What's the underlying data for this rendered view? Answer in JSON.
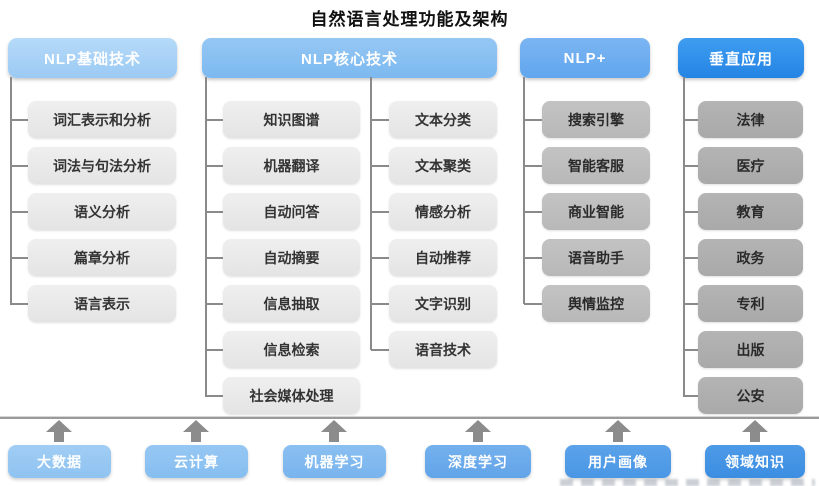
{
  "title": "自然语言处理功能及架构",
  "columns": [
    {
      "header": "NLP基础技术",
      "items": [
        "词汇表示和分析",
        "词法与句法分析",
        "语义分析",
        "篇章分析",
        "语言表示"
      ]
    },
    {
      "header": "NLP核心技术",
      "sub_columns": [
        {
          "items": [
            "知识图谱",
            "机器翻译",
            "自动问答",
            "自动摘要",
            "信息抽取",
            "信息检索",
            "社会媒体处理"
          ]
        },
        {
          "items": [
            "文本分类",
            "文本聚类",
            "情感分析",
            "自动推荐",
            "文字识别",
            "语音技术"
          ]
        }
      ]
    },
    {
      "header": "NLP+",
      "items": [
        "搜索引擎",
        "智能客服",
        "商业智能",
        "语音助手",
        "舆情监控"
      ]
    },
    {
      "header": "垂直应用",
      "items": [
        "法律",
        "医疗",
        "教育",
        "政务",
        "专利",
        "出版",
        "公安"
      ]
    }
  ],
  "foundation": {
    "items": [
      "大数据",
      "云计算",
      "机器学习",
      "深度学习",
      "用户画像",
      "领域知识"
    ]
  },
  "colors": {
    "header_blues": [
      "#a9d2f6",
      "#88c0f2",
      "#6caef0",
      "#2f90e8"
    ],
    "item_gray_light": "#e9e9e9",
    "item_gray_medium": "#bcbcbc",
    "item_gray_dark": "#aeaeae",
    "foundation_blues": [
      "#97c8f3",
      "#8ec2f2",
      "#82bbf0",
      "#6dacec",
      "#549ee8",
      "#4596e4"
    ],
    "connector_gray": "#8a8a8a",
    "arrow_gray": "#8c8c8c",
    "title_black": "#111111"
  }
}
